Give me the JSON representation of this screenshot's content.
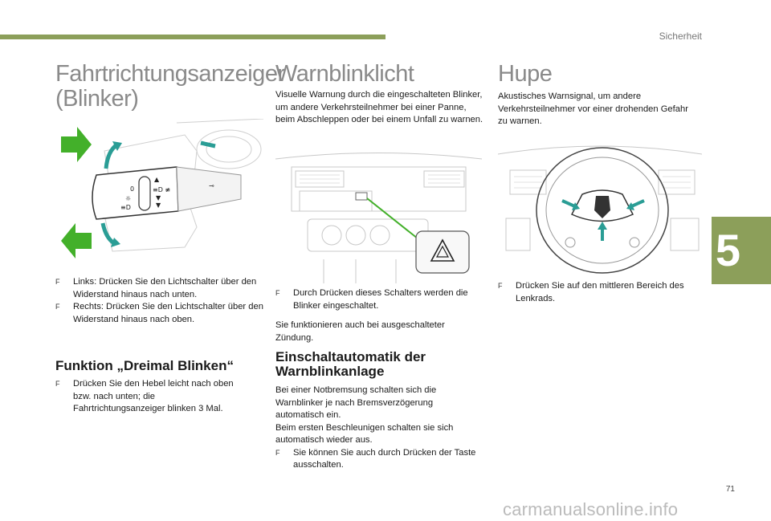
{
  "header": {
    "section": "Sicherheit",
    "chapter": "5",
    "page_number": "71"
  },
  "col1": {
    "title_line1": "Fahrtrichtungsanzeiger",
    "title_line2": "(Blinker)",
    "bullets": [
      "Links: Drücken Sie den Lichtschalter über den Widerstand hinaus nach unten.",
      "Rechts: Drücken Sie den Lichtschalter über den Widerstand hinaus nach oben."
    ],
    "subtitle": "Funktion „Dreimal Blinken“",
    "sub_bullet": "Drücken Sie den Hebel leicht nach oben bzw. nach unten; die Fahrtrichtungsanzeiger blinken 3 Mal."
  },
  "col2": {
    "title": "Warnblinklicht",
    "intro": "Visuelle Warnung durch die eingeschalteten Blinker, um andere Verkehrsteilnehmer bei einer Panne, beim Abschleppen oder bei einem Unfall zu warnen.",
    "bullet1": "Durch Drücken dieses Schalters werden die Blinker eingeschaltet.",
    "note": "Sie funktionieren auch bei ausgeschalteter Zündung.",
    "subtitle_line1": "Einschaltautomatik der",
    "subtitle_line2": "Warnblinkanlage",
    "auto_p1": "Bei einer Notbremsung schalten sich die Warnblinker je nach Bremsverzögerung automatisch ein.",
    "auto_p2": "Beim ersten Beschleunigen schalten sie sich automatisch wieder aus.",
    "bullet2": "Sie können Sie auch durch Drücken der Taste ausschalten."
  },
  "col3": {
    "title": "Hupe",
    "intro": "Akustisches Warnsignal, um andere Verkehrsteilnehmer vor einer drohenden Gefahr zu warnen.",
    "bullet": "Drücken Sie auf den mittleren Bereich des Lenkrads."
  },
  "icons": {
    "bullet_marker": "F"
  },
  "colors": {
    "accent": "#8c9f5a",
    "arrow_green": "#43b02a",
    "teal": "#2a9d95"
  },
  "watermark": "carmanualsonline.info"
}
